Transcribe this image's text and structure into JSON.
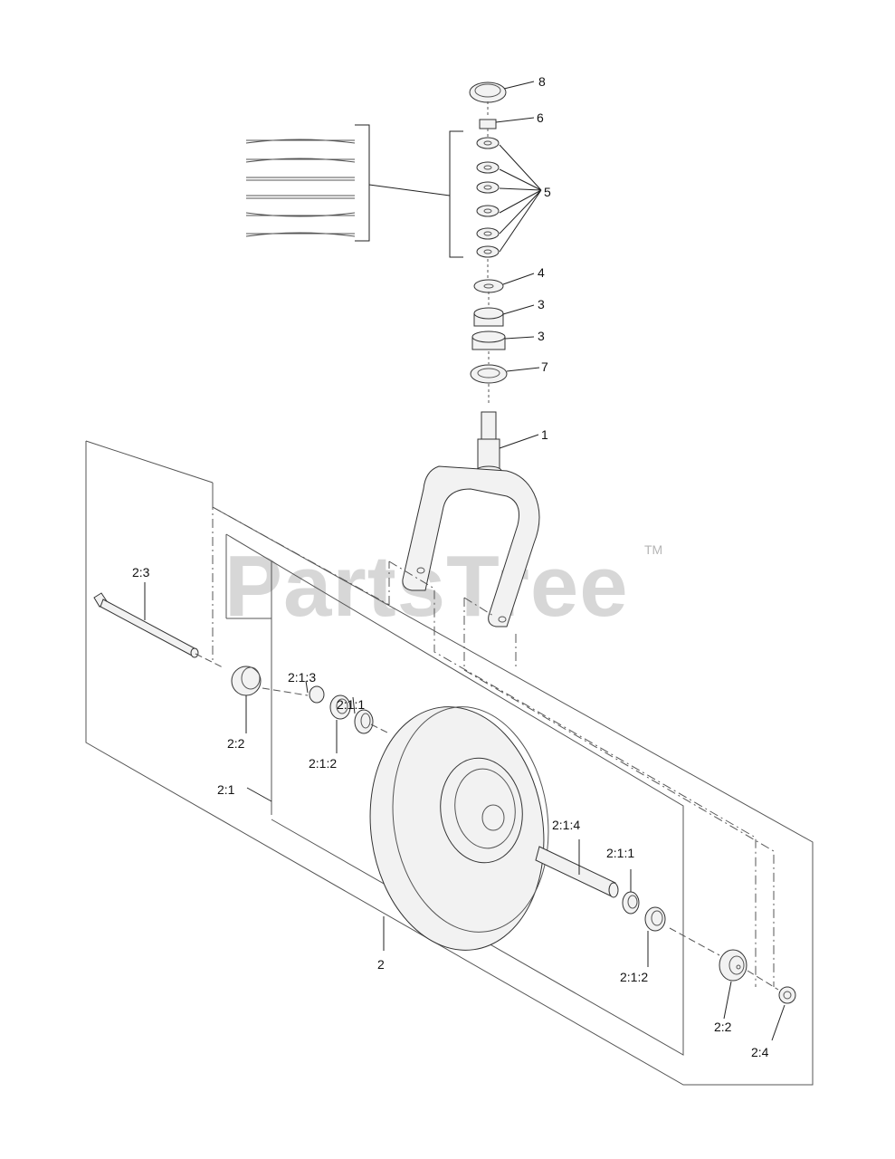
{
  "watermark": {
    "text": "PartsTree",
    "trademark": "TM"
  },
  "callouts": {
    "p8": "8",
    "p6": "6",
    "p5": "5",
    "p4": "4",
    "p3a": "3",
    "p3b": "3",
    "p7": "7",
    "p1": "1",
    "p2_3": "2:3",
    "p2_2_left": "2:2",
    "p2_1_3": "2:1:3",
    "p2_1_1_left": "2:1:1",
    "p2_1_2_left": "2:1:2",
    "p2_1": "2:1",
    "p2_1_4": "2:1:4",
    "p2_1_1_right": "2:1:1",
    "p2_1_2_right": "2:1:2",
    "p2": "2",
    "p2_2_right": "2:2",
    "p2_4": "2:4"
  }
}
